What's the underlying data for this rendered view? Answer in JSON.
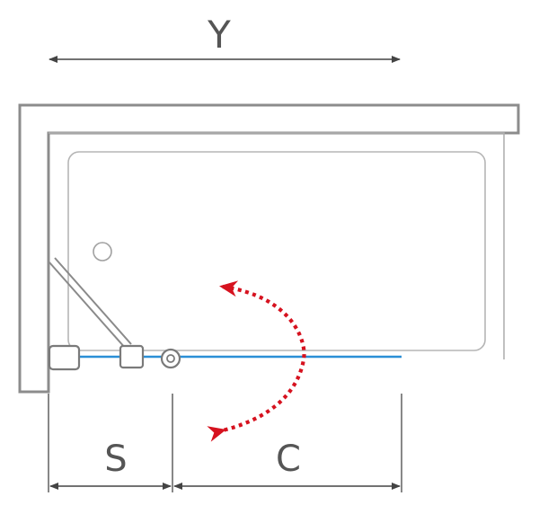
{
  "labels": {
    "overall_width": "Y",
    "fixed_panel_width": "S",
    "door_width": "C"
  },
  "colors": {
    "outline": "#7a7a7a",
    "wall": "#8c8c8c",
    "glass": "#2a8fd6",
    "swing_arrow": "#d6121f",
    "dimension": "#444444",
    "background": "#ffffff"
  }
}
